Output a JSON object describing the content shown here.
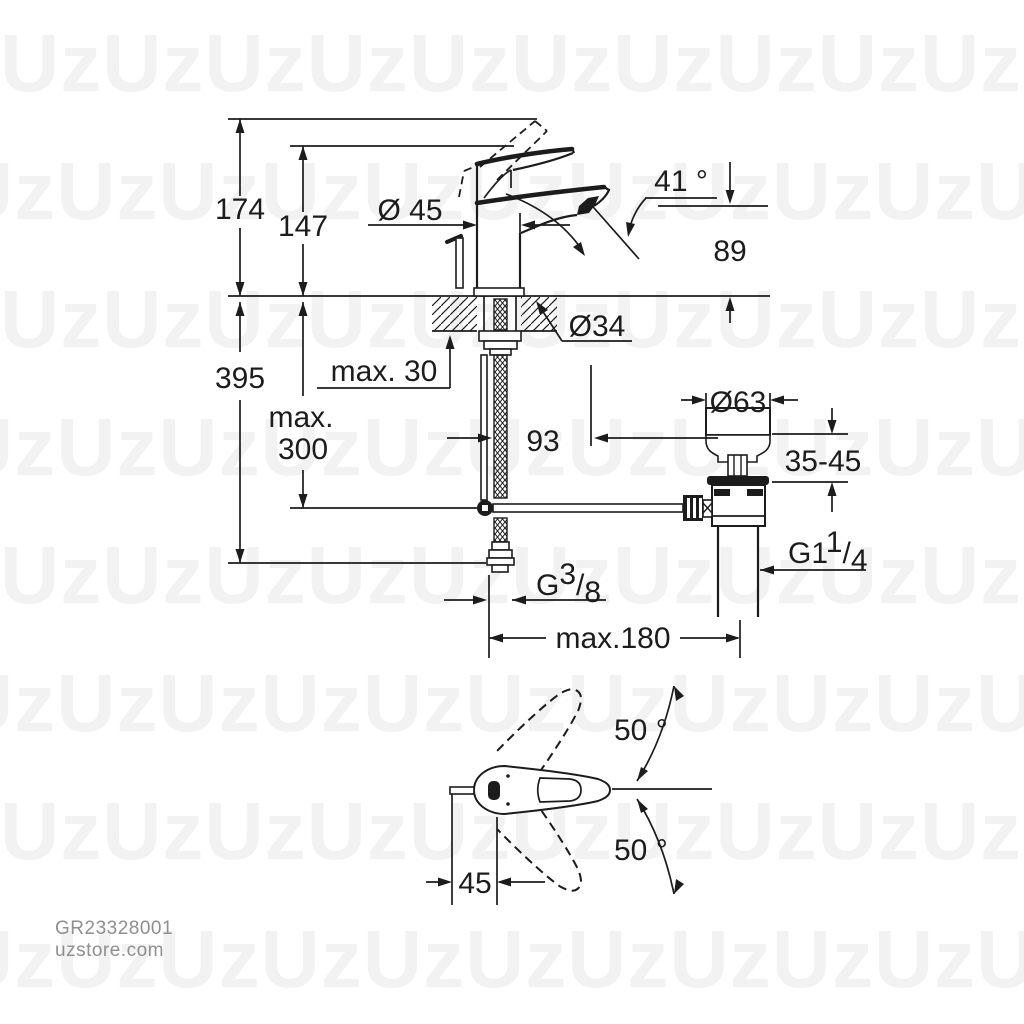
{
  "colors": {
    "ink": "#1c1c1c",
    "paper": "#ffffff",
    "watermark": "rgba(0,0,0,0.05)",
    "footer_text": "#8f8f8f"
  },
  "watermark": {
    "row_text": "UzUzUzUzUzUzUzUzUzUzUzUz"
  },
  "footer": {
    "product_code": "GR23328001",
    "website": "uzstore.com"
  },
  "labels": {
    "total_height": "174",
    "spout_top_height": "147",
    "body_diameter": "Ø 45",
    "handle_angle": "41 °",
    "spout_outlet_height": "89",
    "mounting_hole_diameter": "Ø34",
    "deck_thickness": "max. 30",
    "overall_depth": "395",
    "hose_reach_line1": "max.",
    "hose_reach_line2": "300",
    "spout_reach": "93",
    "waste_flange_diameter": "Ø63",
    "basin_thickness_range": "35-45",
    "waste_thread": {
      "base": "G1",
      "sup": "1",
      "slash": "/",
      "sub": "4"
    },
    "supply_thread": {
      "base": "G",
      "sup": "3",
      "slash": "/",
      "sub": "8"
    },
    "drain_distance": "max.180",
    "handle_swivel_upper": "50 °",
    "handle_swivel_lower": "50 °",
    "handle_pivot_offset": "45"
  }
}
